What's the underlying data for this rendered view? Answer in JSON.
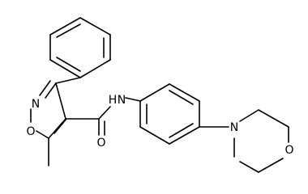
{
  "molecule": {
    "atoms": {
      "o_isoxazole": "O",
      "n_isoxazole": "N",
      "nh_amide": "N",
      "h_amide": "H",
      "o_carbonyl": "O",
      "n_morpholine": "N",
      "o_morpholine": "O"
    }
  }
}
